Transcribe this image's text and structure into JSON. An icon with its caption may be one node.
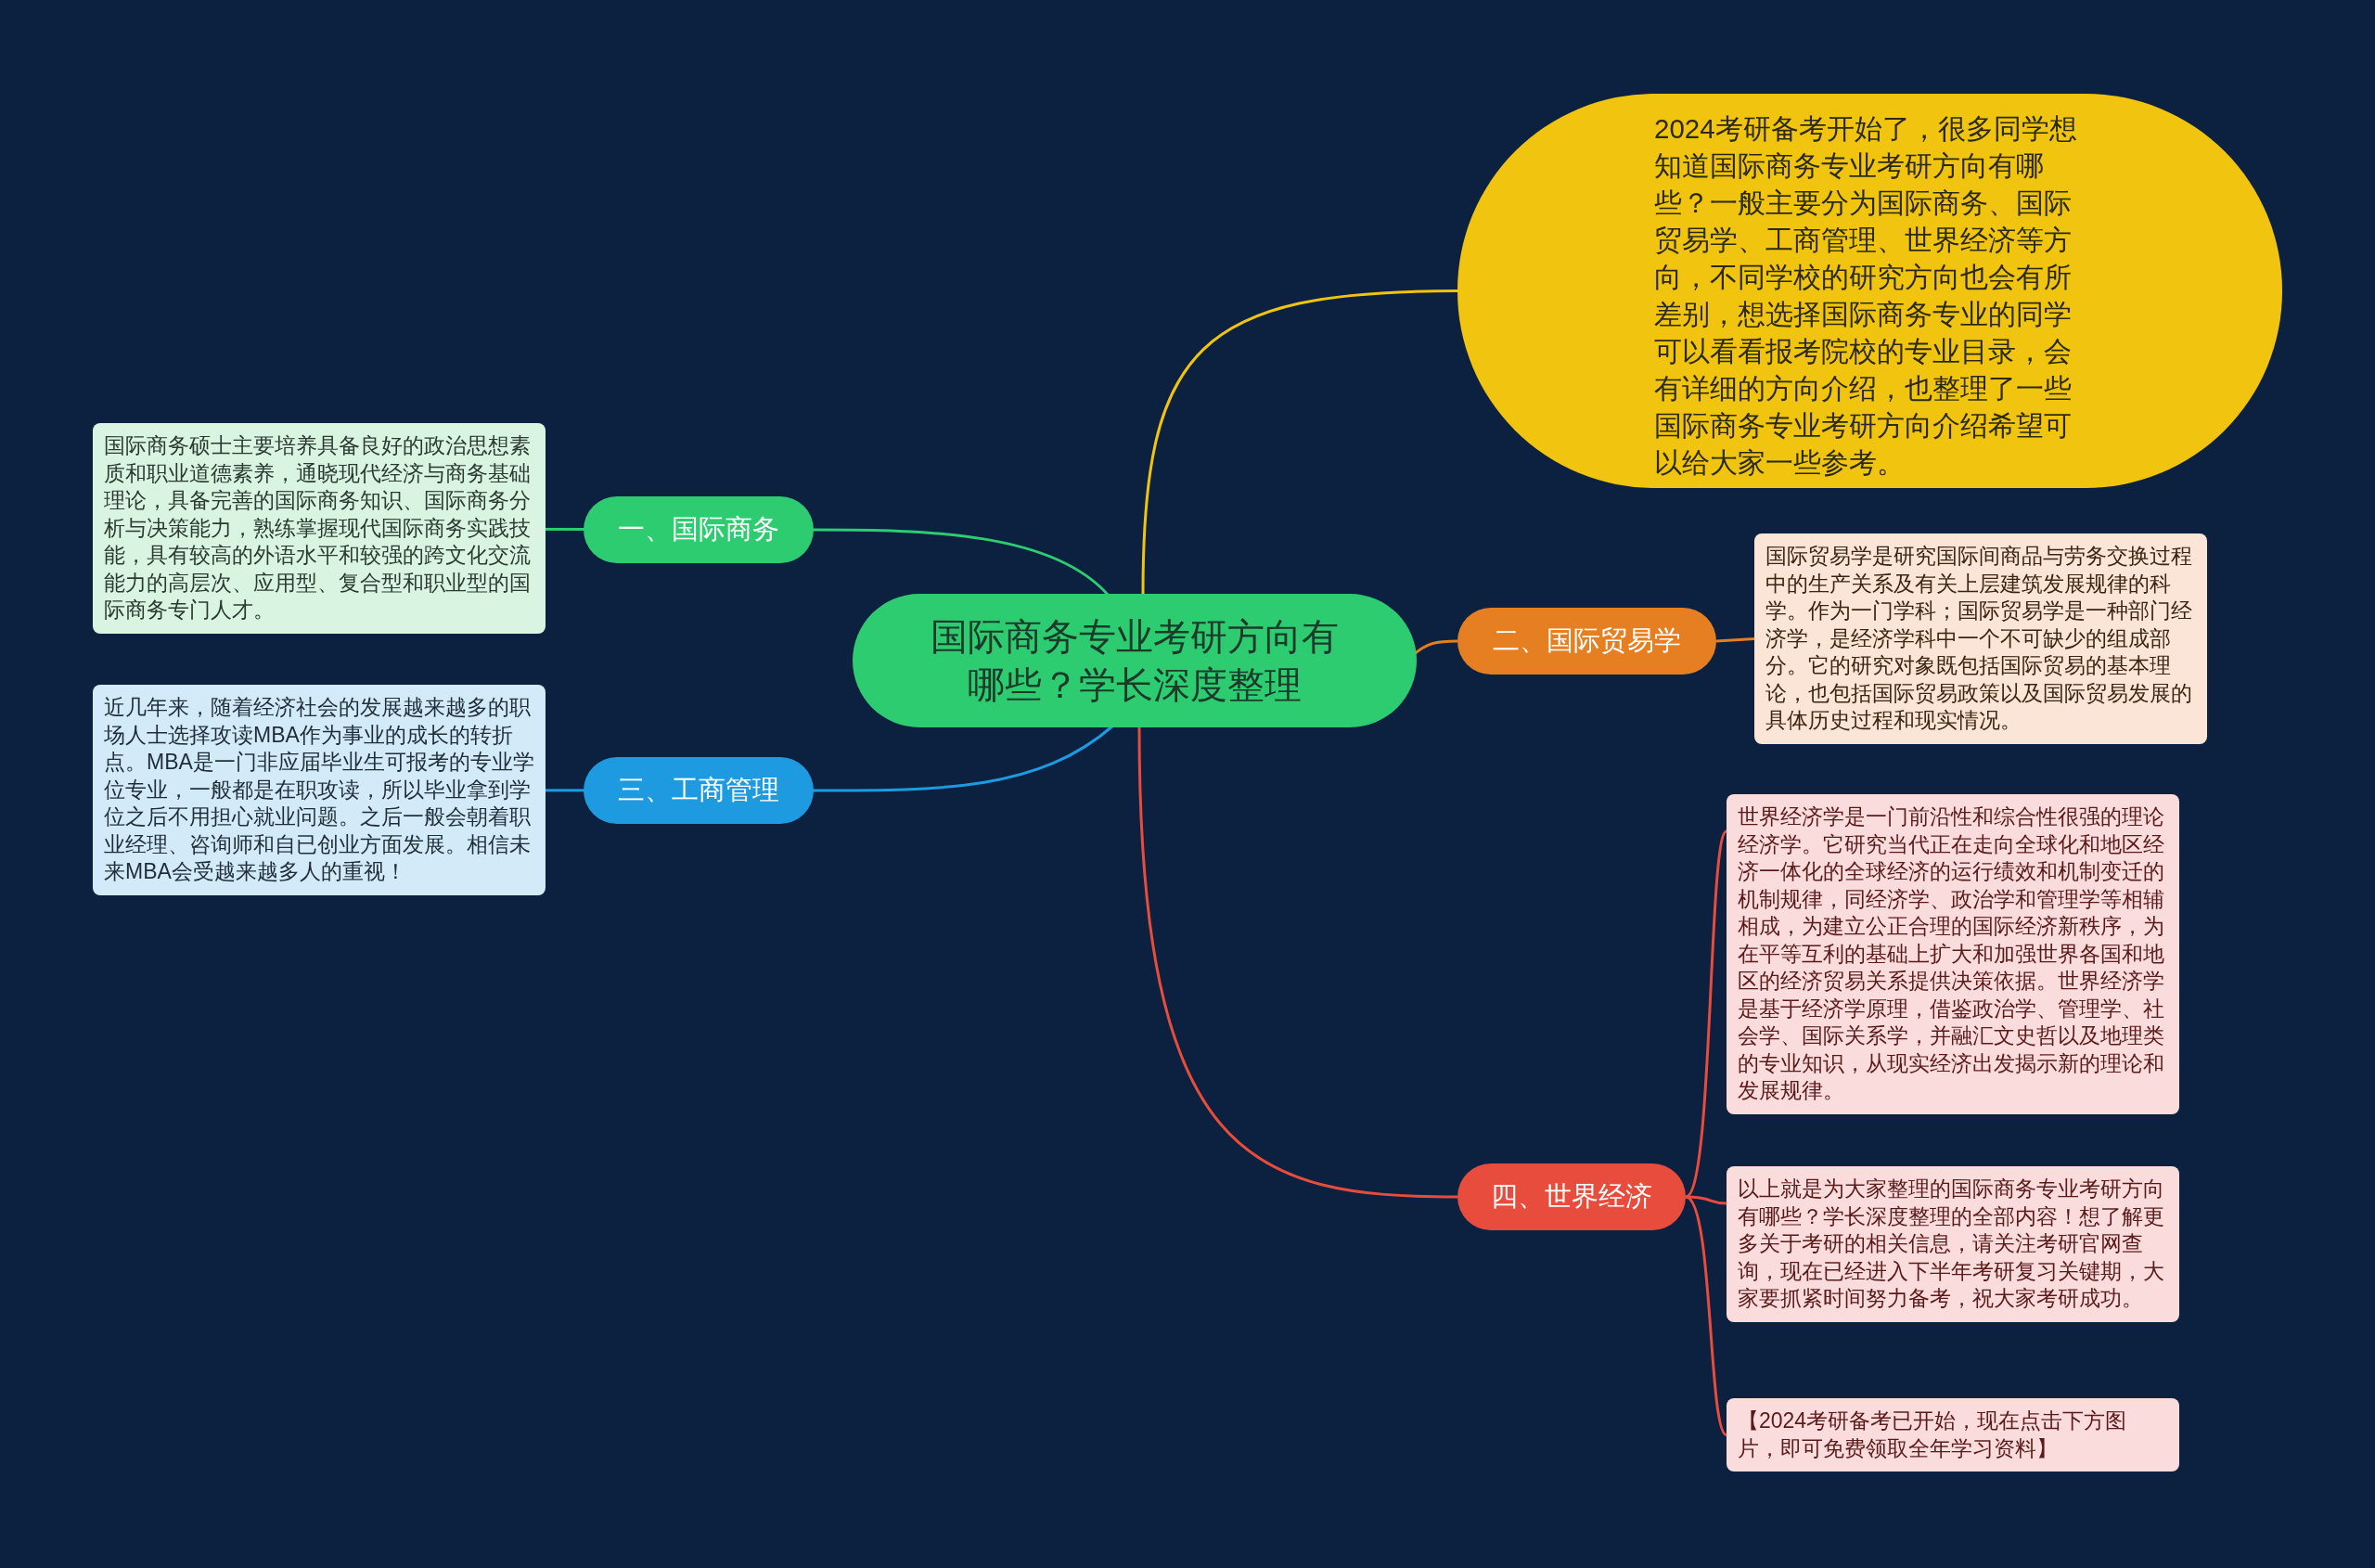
{
  "diagram": {
    "nodes": [
      {
        "text": [
          "国际商务专业考研方向有哪些？学长深度整理"
        ]
      },
      {
        "text": [
          "2024考研备考开始了，很多同学想知道国际商务专业考研方向有哪些？一般主要分为国际商务、国际贸易学、工商管理、世界经济等方向，不同学校的研究方向也会有所差别，想选择国际商务专业的同学可以看看报考院校的专业目录，会有详细的方向介绍，也整理了一些国际商务专业考研方向介绍希望可以给大家一些参考。"
        ]
      },
      {
        "text": [
          "一、国际商务"
        ]
      },
      {
        "text": [
          "国际商务硕士主要培养具备良好的政治思想素质和职业道德素养，通晓现代经济与商务基础理论，具备完善的国际商务知识、国际商务分析与决策能力，熟练掌握现代国际商务实践技能，具有较高的外语水平和较强的跨文化交流能力的高层次、应用型、复合型和职业型的国际商务专门人才。"
        ]
      },
      {
        "text": [
          "三、工商管理"
        ]
      },
      {
        "text": [
          "近几年来，随着经济社会的发展越来越多的职场人士选择攻读MBA作为事业的成长的转折点。MBA是一门非应届毕业生可报考的专业学位专业，一般都是在职攻读，所以毕业拿到学位之后不用担心就业问题。之后一般会朝着职业经理、咨询师和自已创业方面发展。相信未来MBA会受越来越多人的重视！"
        ]
      },
      {
        "text": [
          "二、国际贸易学"
        ]
      },
      {
        "text": [
          "国际贸易学是研究国际间商品与劳务交换过程中的生产关系及有关上层建筑发展规律的科学。作为一门学科；国际贸易学是一种部门经济学，是经济学科中一个不可缺少的组成部分。它的研究对象既包括国际贸易的基本理论，也包括国际贸易政策以及国际贸易发展的具体历史过程和现实情况。"
        ]
      },
      {
        "text": [
          "四、世界经济"
        ]
      },
      {
        "text": [
          "世界经济学是一门前沿性和综合性很强的理论经济学。它研究当代正在走向全球化和地区经济一体化的全球经济的运行绩效和机制变迁的机制规律，同经济学、政治学和管理学等相辅相成，为建立公正合理的国际经济新秩序，为在平等互利的基础上扩大和加强世界各国和地区的经济贸易关系提供决策依据。世界经济学是基于经济学原理，借鉴政治学、管理学、社会学、国际关系学，并融汇文史哲以及地理类的专业知识，从现实经济出发揭示新的理论和发展规律。"
        ]
      },
      {
        "text": [
          "以上就是为大家整理的国际商务专业考研方向有哪些？学长深度整理的全部内容！想了解更多关于考研的相关信息，请关注考研官网查询，现在已经进入下半年考研复习关键期，大家要抓紧时间努力备考，祝大家考研成功。"
        ]
      },
      {
        "text": [
          "【2024考研备考已开始，现在点击下方图片，即可免费领取全年学习资料】"
        ]
      }
    ],
    "edges": [
      {
        "from": 0,
        "to": 1,
        "arrow": "none",
        "color": "#f1c40f"
      },
      {
        "from": 0,
        "to": 2,
        "arrow": "none",
        "color": "#2ecc71"
      },
      {
        "from": 0,
        "to": 4,
        "arrow": "none",
        "color": "#1e9be0"
      },
      {
        "from": 0,
        "to": 6,
        "arrow": "none",
        "color": "#e67e22"
      },
      {
        "from": 0,
        "to": 8,
        "arrow": "none"
      },
      {
        "from": 2,
        "to": 3,
        "arrow": "none",
        "color": "#2ecc71"
      },
      {
        "from": 4,
        "to": 5,
        "arrow": "none",
        "color": "#1e9be0"
      },
      {
        "from": 6,
        "to": 7,
        "arrow": "none",
        "color": "#e67e22"
      },
      {
        "from": 8,
        "to": 9,
        "arrow": "none"
      },
      {
        "from": 8,
        "to": 10,
        "arrow": "none"
      },
      {
        "from": 8,
        "to": 11,
        "arrow": "none"
      }
    ]
  }
}
